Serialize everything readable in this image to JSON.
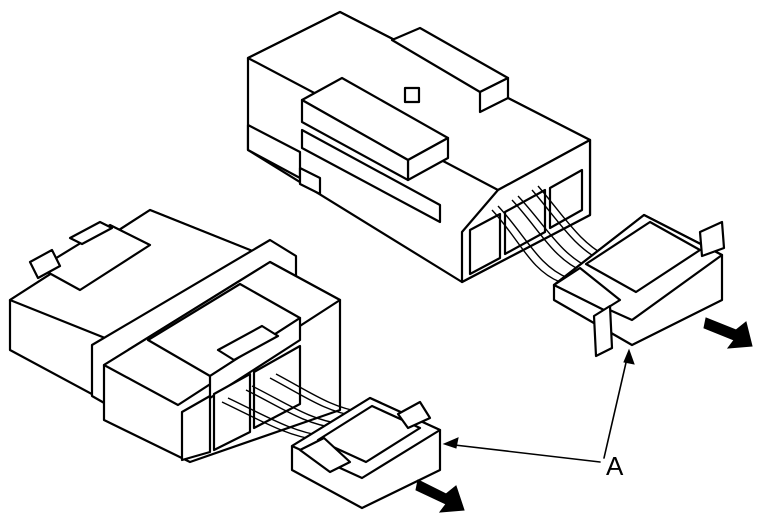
{
  "diagram": {
    "callout_label": "A",
    "colors": {
      "line": "#000000",
      "background": "#ffffff"
    },
    "parts": [
      {
        "name": "upper-connector-housing"
      },
      {
        "name": "upper-terminal-retainer"
      },
      {
        "name": "lower-connector-housing"
      },
      {
        "name": "lower-terminal-retainer"
      }
    ],
    "arrows": [
      {
        "name": "upper-pull-direction-arrow"
      },
      {
        "name": "lower-pull-direction-arrow"
      }
    ]
  }
}
